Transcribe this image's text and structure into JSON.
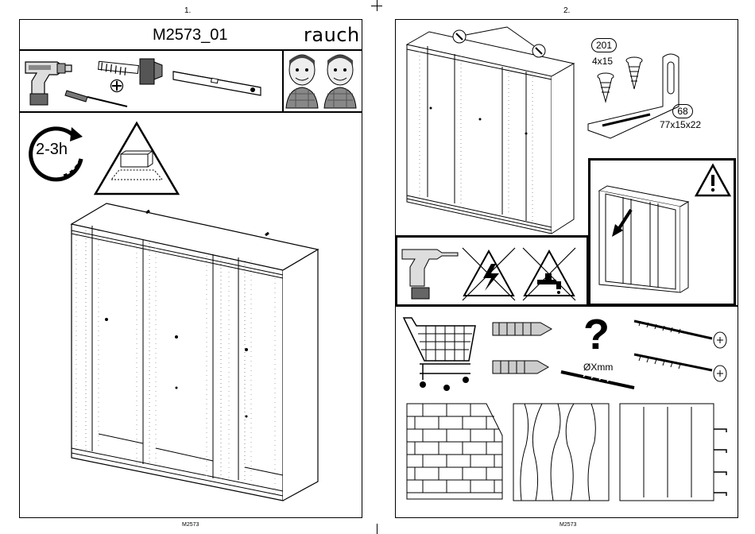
{
  "pages": [
    {
      "number": "1.",
      "footer": "M2573"
    },
    {
      "number": "2.",
      "footer": "M2573"
    }
  ],
  "page1": {
    "model_code": "M2573_01",
    "brand": "rauch",
    "duration": "2-3h"
  },
  "page2": {
    "parts": [
      {
        "id": "201",
        "size": "4x15"
      },
      {
        "id": "68",
        "size": "77x15x22"
      }
    ],
    "drill_label": "ØXmm"
  },
  "icons": [
    "drill-icon",
    "hammer-icon",
    "screwdriver-icon",
    "spirit-level-icon",
    "phillips-icon",
    "assembler-people-icon",
    "clock-arrow-icon",
    "warning-triangle-icon",
    "electric-hazard-icon",
    "water-hazard-icon",
    "shopping-cart-icon",
    "wall-plug-icon",
    "screw-icon",
    "drill-bit-icon",
    "question-icon",
    "brick-wall-icon",
    "wood-wall-icon",
    "panel-wall-icon"
  ]
}
